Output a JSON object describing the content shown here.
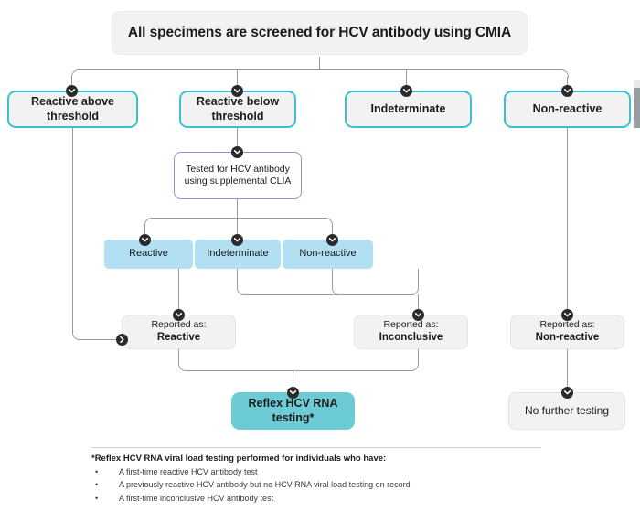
{
  "title": {
    "text": "All specimens are screened for HCV antibody using CMIA"
  },
  "tier_screen_results": [
    {
      "id": "reactive-above",
      "label": "Reactive above threshold"
    },
    {
      "id": "reactive-below",
      "label": "Reactive below threshold"
    },
    {
      "id": "indeterminate",
      "label": "Indeterminate"
    },
    {
      "id": "non-reactive",
      "label": "Non-reactive"
    }
  ],
  "supplemental": {
    "label": "Tested for HCV antibody using supplemental CLIA"
  },
  "supplemental_results": [
    {
      "id": "clia-reactive",
      "label": "Reactive"
    },
    {
      "id": "clia-indeterminate",
      "label": "Indeterminate"
    },
    {
      "id": "clia-non-reactive",
      "label": "Non-reactive"
    }
  ],
  "reported": [
    {
      "id": "reported-reactive",
      "prefix": "Reported as:",
      "value": "Reactive"
    },
    {
      "id": "reported-inconclusive",
      "prefix": "Reported as:",
      "value": "Inconclusive"
    },
    {
      "id": "reported-non-reactive",
      "prefix": "Reported as:",
      "value": "Non-reactive"
    }
  ],
  "outcomes": {
    "reflex": "Reflex HCV RNA testing*",
    "no_further": "No further testing"
  },
  "footnote": {
    "heading": "*Reflex HCV RNA viral load testing performed for individuals who have:",
    "bullet_glyph": "•",
    "items": [
      "A first-time reactive HCV antibody test",
      "A previously reactive HCV antibody but no HCV RNA viral load testing on record",
      "A first-time inconclusive HCV antibody test"
    ]
  },
  "colors": {
    "teal_border": "#3cc0cf",
    "teal_fill": "#6ccbd5",
    "blue_fill": "#b2dff1",
    "lavender_border": "#8c93cf",
    "grey_fill": "#f2f2f2",
    "connector": "#9a9a9a",
    "chip": "#2b2b2b"
  },
  "icons": {
    "chevron_down": "chevron-down-icon",
    "chevron_right": "chevron-right-icon"
  }
}
